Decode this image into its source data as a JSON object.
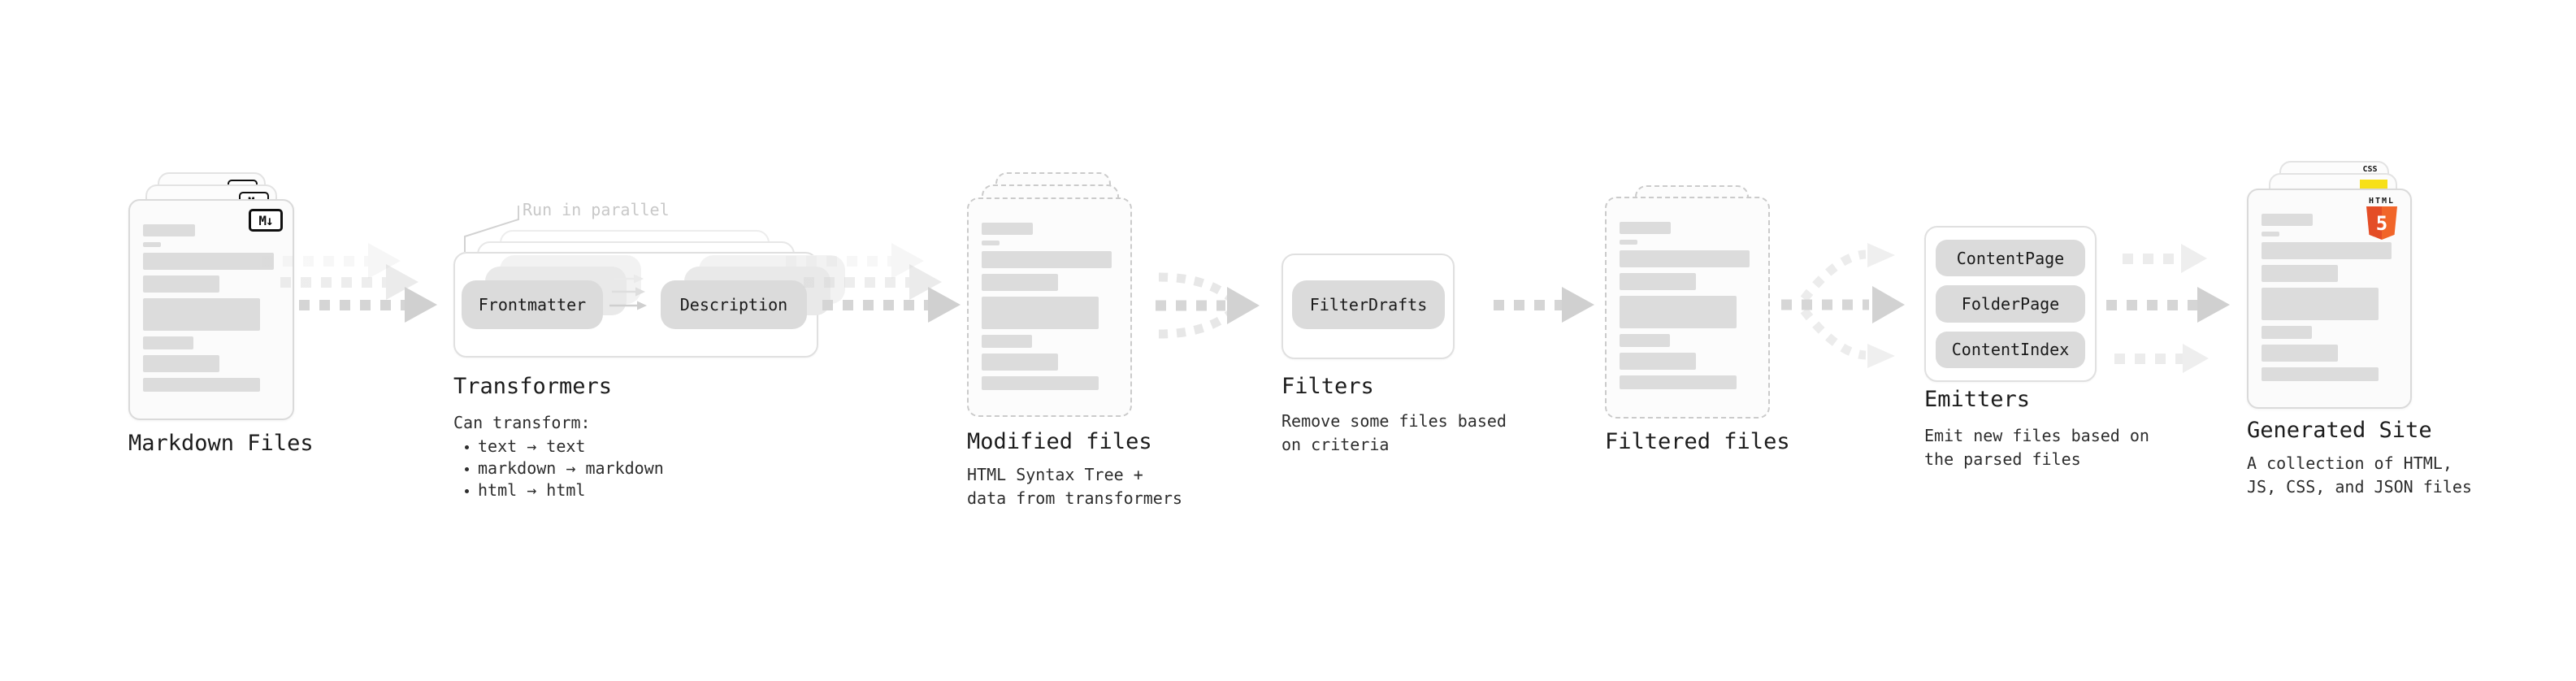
{
  "diagram": {
    "markdown_files": {
      "label": "Markdown Files",
      "badge": "M↓"
    },
    "transformers": {
      "label": "Transformers",
      "parallel_tag": "Run in parallel",
      "pills": [
        "Frontmatter",
        "Description"
      ],
      "note_title": "Can transform:",
      "bullets": [
        "text → text",
        "markdown → markdown",
        "html → html"
      ]
    },
    "modified_files": {
      "label": "Modified files",
      "subtext_lines": [
        "HTML Syntax Tree +",
        "data from transformers"
      ]
    },
    "filters": {
      "label": "Filters",
      "pills": [
        "FilterDrafts"
      ],
      "subtext_lines": [
        "Remove some files based",
        "on criteria"
      ]
    },
    "filtered_files": {
      "label": "Filtered files"
    },
    "emitters": {
      "label": "Emitters",
      "pills": [
        "ContentPage",
        "FolderPage",
        "ContentIndex"
      ],
      "subtext_lines": [
        "Emit new files based on",
        "the parsed files"
      ]
    },
    "generated_site": {
      "label": "Generated Site",
      "subtext_lines": [
        "A collection of HTML,",
        "JS, CSS, and JSON files"
      ],
      "html5_badge": {
        "top": "HTML",
        "number": "5"
      },
      "css_badge": "CSS"
    }
  },
  "colors": {
    "html5_orange": "#E44D26",
    "html5_orange_light": "#F16529",
    "js_yellow": "#F7E018",
    "css_blue": "#2E6BE6",
    "arrow_gray": "#D5D5D5",
    "skeleton_gray": "#DCDCDC"
  }
}
